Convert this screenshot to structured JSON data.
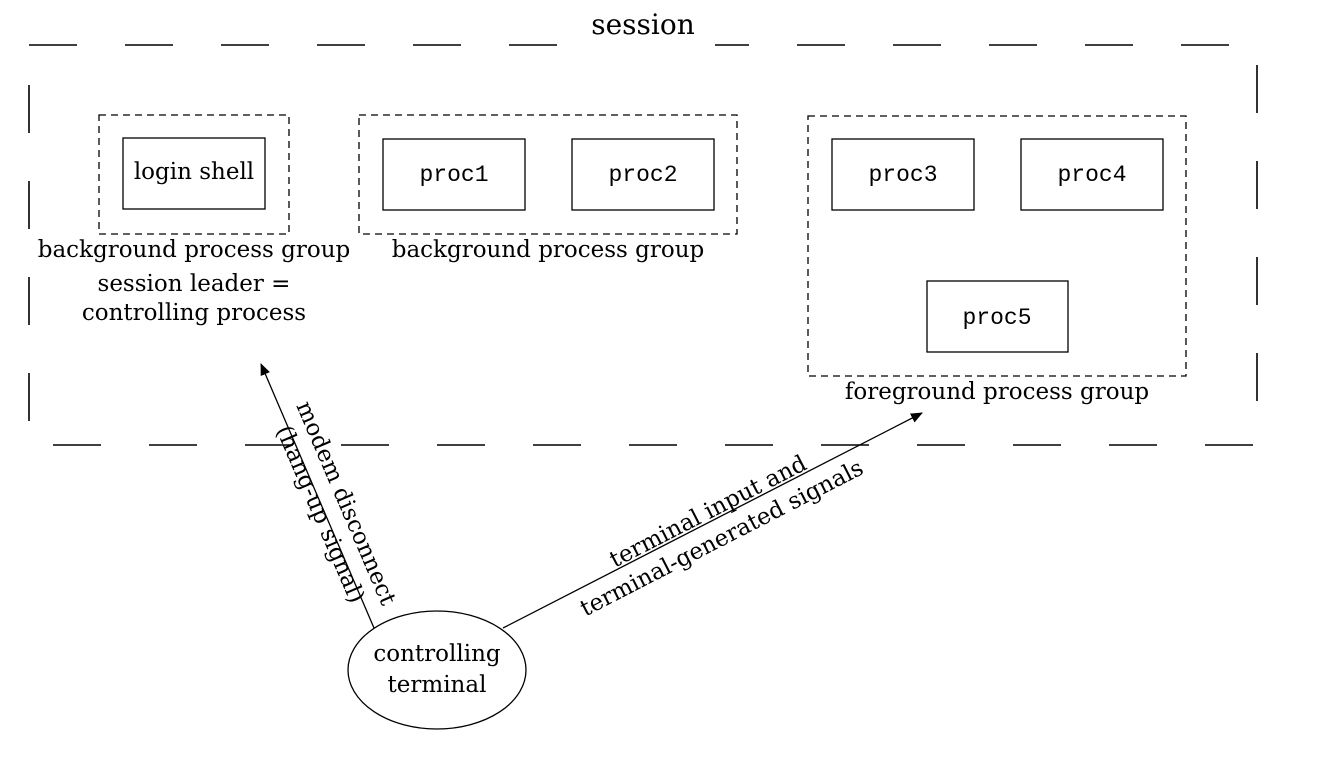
{
  "session": {
    "title": "session"
  },
  "groups": [
    {
      "id": "g1",
      "label": "background process group",
      "processes": [
        "login shell"
      ]
    },
    {
      "id": "g2",
      "label": "background process group",
      "processes": [
        "proc1",
        "proc2"
      ]
    },
    {
      "id": "g3",
      "label": "foreground process group",
      "processes": [
        "proc3",
        "proc4",
        "proc5"
      ]
    }
  ],
  "session_leader": {
    "line1": "session leader =",
    "line2": "controlling process"
  },
  "terminal": {
    "line1": "controlling",
    "line2": "terminal"
  },
  "arrows": {
    "hangup": {
      "line1": "modem disconnect",
      "line2": "(hang-up signal)"
    },
    "input": {
      "line1": "terminal input and",
      "line2": "terminal-generated signals"
    }
  }
}
